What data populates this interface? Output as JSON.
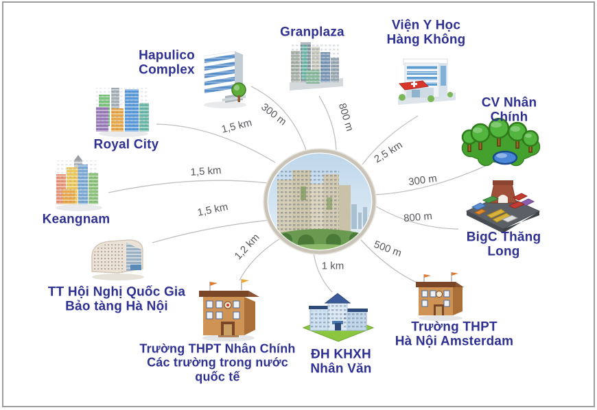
{
  "colors": {
    "label_blue": "#2e3192",
    "distance_gray": "#55565a",
    "curve_gray": "#bfbfbf",
    "photo_ring": "#c9c3b7"
  },
  "landmarks": [
    {
      "id": "hapulico",
      "label": "Hapulico\nComplex",
      "distance": "300 m"
    },
    {
      "id": "granplaza",
      "label": "Granplaza",
      "distance": "800 m"
    },
    {
      "id": "vien-y-hoc",
      "label": "Viện Y Học\nHàng Không",
      "distance": "2,5 km"
    },
    {
      "id": "cv-nhan-chinh",
      "label": "CV Nhân Chính",
      "distance": "300 m"
    },
    {
      "id": "bigc",
      "label": "BigC Thăng Long",
      "distance": "800 m"
    },
    {
      "id": "thpt-amsterdam",
      "label": "Trường THPT\nHà Nội Amsterdam",
      "distance": "500 m"
    },
    {
      "id": "dh-khxh",
      "label": "ĐH KHXH\nNhân Văn",
      "distance": "1 km"
    },
    {
      "id": "thpt-nhan-chinh",
      "label": "Trường THPT Nhân Chính\nCác trường trong nước\nquốc tế",
      "distance": "1,2 km"
    },
    {
      "id": "tt-hoi-nghi",
      "label": "TT Hội Nghị Quốc Gia\nBảo tàng Hà Nội",
      "distance": "1,5 km"
    },
    {
      "id": "keangnam",
      "label": "Keangnam",
      "distance": "1,5 km"
    },
    {
      "id": "royal-city",
      "label": "Royal City",
      "distance": "1,5 km"
    }
  ]
}
